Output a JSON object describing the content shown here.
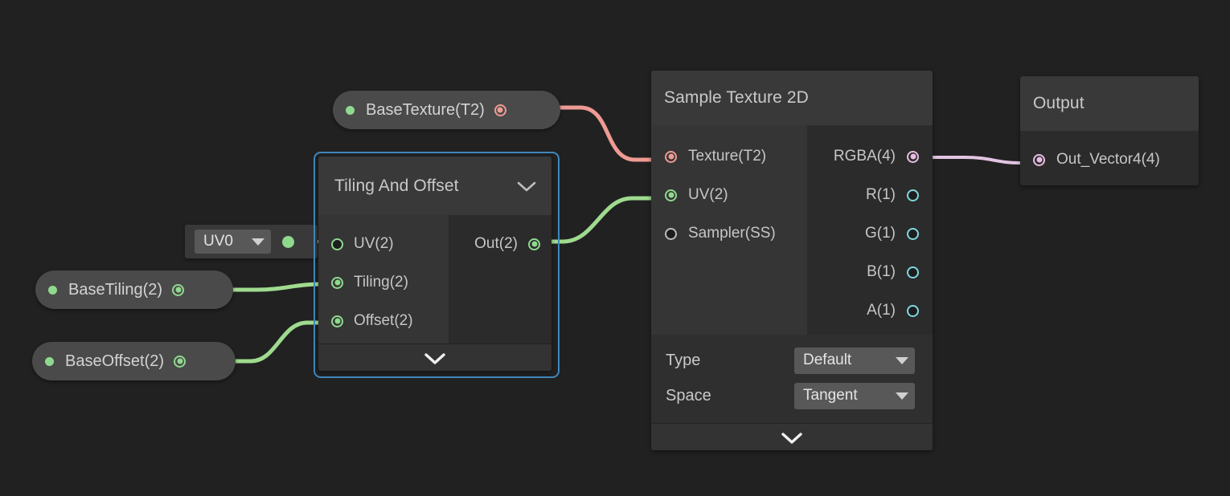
{
  "app": {
    "background_color": "#212121",
    "selection_color": "#3f87bd"
  },
  "property_nodes": [
    {
      "name": "BaseTexture(T2)",
      "port_color": "#f09a94",
      "dot_color": "#8fd98f"
    },
    {
      "name": "BaseTiling(2)",
      "port_color": "#8fd98f",
      "dot_color": "#8fd98f"
    },
    {
      "name": "BaseOffset(2)",
      "port_color": "#8fd98f",
      "dot_color": "#8fd98f"
    }
  ],
  "uv_node": {
    "selected_option": "UV0",
    "port_color": "#8fd98f"
  },
  "tiling_node": {
    "title": "Tiling And Offset",
    "selected": true,
    "inputs": [
      {
        "label": "UV(2)",
        "port": "green",
        "connected": false
      },
      {
        "label": "Tiling(2)",
        "port": "green",
        "connected": true
      },
      {
        "label": "Offset(2)",
        "port": "green",
        "connected": true
      }
    ],
    "outputs": [
      {
        "label": "Out(2)",
        "port": "green",
        "connected": true
      }
    ],
    "header_chevron": "chevron-down",
    "footer_chevron": "chevron-down"
  },
  "sample_texture_node": {
    "title": "Sample Texture 2D",
    "inputs": [
      {
        "label": "Texture(T2)",
        "port": "red",
        "connected": true
      },
      {
        "label": "UV(2)",
        "port": "green",
        "connected": true
      },
      {
        "label": "Sampler(SS)",
        "port": "grey",
        "connected": false
      }
    ],
    "outputs": [
      {
        "label": "RGBA(4)",
        "port": "pink",
        "connected": true
      },
      {
        "label": "R(1)",
        "port": "cyan",
        "connected": false
      },
      {
        "label": "G(1)",
        "port": "cyan",
        "connected": false
      },
      {
        "label": "B(1)",
        "port": "cyan",
        "connected": false
      },
      {
        "label": "A(1)",
        "port": "cyan",
        "connected": false
      }
    ],
    "settings": [
      {
        "key": "Type",
        "value": "Default"
      },
      {
        "key": "Space",
        "value": "Tangent"
      }
    ],
    "footer_chevron": "chevron-down"
  },
  "output_node": {
    "title": "Output",
    "inputs": [
      {
        "label": "Out_Vector4(4)",
        "port": "pink",
        "connected": true
      }
    ]
  },
  "wires": [
    {
      "from": "BaseTexture(T2)",
      "to": "Texture(T2)",
      "color": "#ef9a94"
    },
    {
      "from": "BaseTiling(2)",
      "to": "Tiling(2)",
      "color": "#9fdb8f"
    },
    {
      "from": "BaseOffset(2)",
      "to": "Offset(2)",
      "color": "#9fdb8f"
    },
    {
      "from": "UV0",
      "to": "UV(2)",
      "color": "#9fdb8f"
    },
    {
      "from": "Out(2)",
      "to": "UV(2)",
      "color": "#9fdb8f"
    },
    {
      "from": "RGBA(4)",
      "to": "Out_Vector4(4)",
      "color": "#e3c4e2"
    }
  ]
}
